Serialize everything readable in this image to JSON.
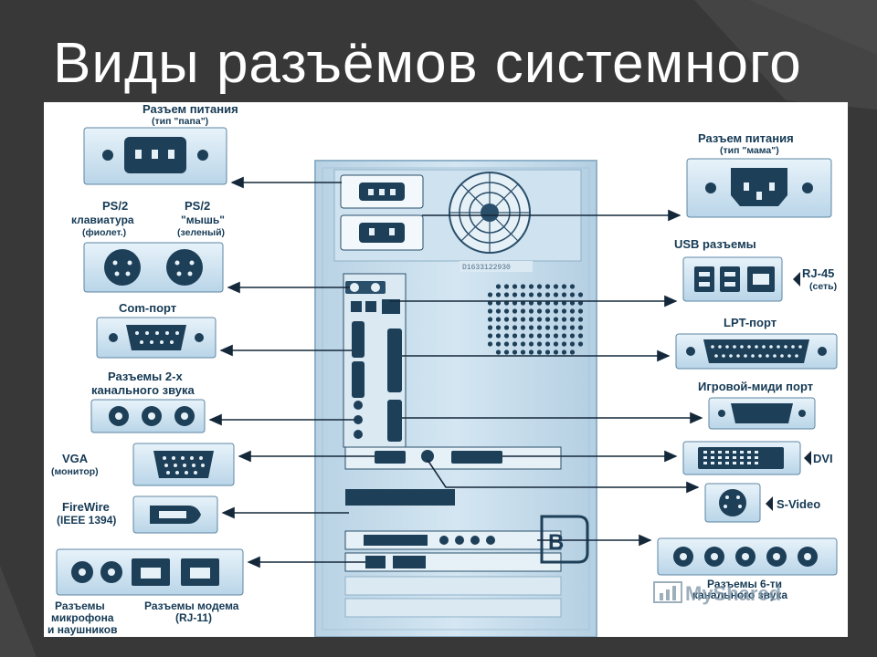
{
  "slide": {
    "title": "Виды разъёмов системного"
  },
  "labels": {
    "power_male": "Разъем питания",
    "power_male_sub": "(тип \"папа\")",
    "power_female": "Разъем питания",
    "power_female_sub": "(тип \"мама\")",
    "ps2_kbd_1": "PS/2",
    "ps2_kbd_2": "клавиатура",
    "ps2_kbd_3": "(фиолет.)",
    "ps2_mouse_1": "PS/2",
    "ps2_mouse_2": "\"мышь\"",
    "ps2_mouse_3": "(зеленый)",
    "com": "Com-порт",
    "audio2_1": "Разъемы 2-х",
    "audio2_2": "канального звука",
    "vga_1": "VGA",
    "vga_2": "(монитор)",
    "firewire_1": "FireWire",
    "firewire_2": "(IEEE 1394)",
    "mic_1": "Разъемы",
    "mic_2": "микрофона",
    "mic_3": "и наушников",
    "modem_1": "Разъемы модема",
    "modem_2": "(RJ-11)",
    "usb": "USB разъемы",
    "rj45_1": "RJ-45",
    "rj45_2": "(сеть)",
    "lpt": "LPT-порт",
    "game": "Игровой-миди порт",
    "dvi": "DVI",
    "svideo": "S-Video",
    "audio6_1": "Разъемы 6-ти",
    "audio6_2": "канального звука",
    "serial": "D1633122930"
  },
  "watermark": {
    "text": "MyShared"
  },
  "colors": {
    "background": "#3a3a3a",
    "panel": "#ffffff",
    "case": "#c6dceb",
    "connector": "#1d3f58",
    "label": "#153a55",
    "arrow": "#14283a"
  }
}
